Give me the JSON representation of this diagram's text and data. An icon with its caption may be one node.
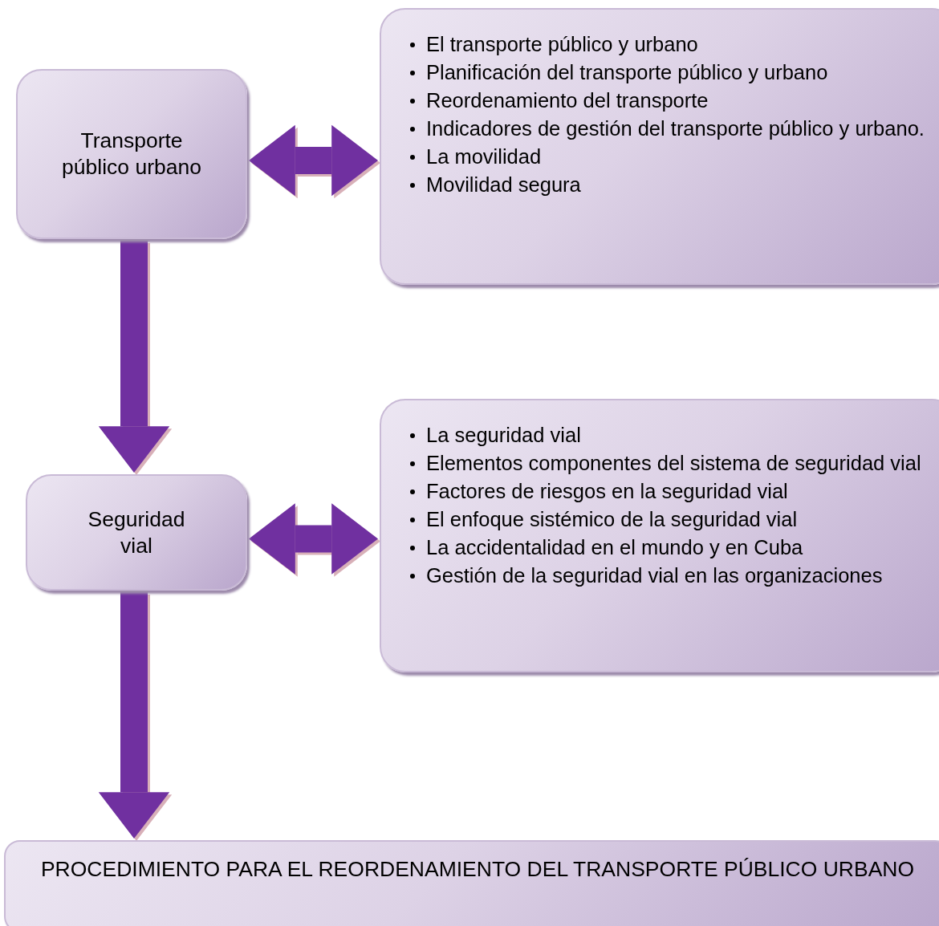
{
  "diagram": {
    "nodes": [
      {
        "text": [
          "Transporte público urbano"
        ]
      },
      {
        "text": [
          "El transporte público y urbano",
          "Planificación del transporte público y urbano",
          "Reordenamiento del transporte",
          "Indicadores de gestión del transporte público y urbano.",
          "La movilidad",
          "Movilidad segura"
        ]
      },
      {
        "text": [
          "Seguridad vial"
        ]
      },
      {
        "text": [
          "La seguridad vial",
          "Elementos componentes del sistema de seguridad vial",
          "Factores de riesgos en la seguridad vial",
          "El enfoque sistémico de la seguridad vial",
          "La accidentalidad en el mundo y en Cuba",
          "Gestión de la seguridad vial en las organizaciones"
        ]
      },
      {
        "text": [
          "PROCEDIMIENTO PARA EL REORDENAMIENTO DEL TRANSPORTE PÚBLICO URBANO"
        ]
      }
    ],
    "edges": [
      {
        "from": 0,
        "to": 1,
        "arrow": "both"
      },
      {
        "from": 0,
        "to": 2,
        "arrow": "to"
      },
      {
        "from": 2,
        "to": 3,
        "arrow": "both"
      },
      {
        "from": 2,
        "to": 4,
        "arrow": "to"
      }
    ]
  }
}
